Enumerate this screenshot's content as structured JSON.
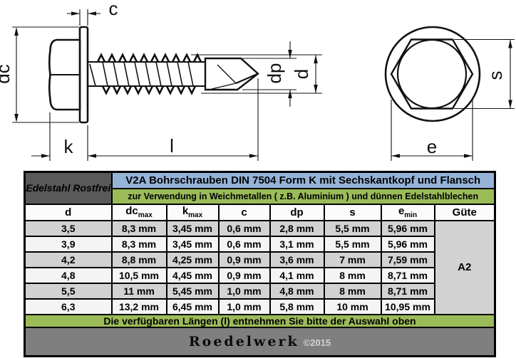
{
  "drawing": {
    "labels": {
      "c": "c",
      "dc": "dc",
      "k": "k",
      "l": "l",
      "dp": "dp",
      "d": "d",
      "s": "s",
      "e": "e"
    }
  },
  "table": {
    "brand_cell": "Edelstahl Rostfrei",
    "title": "V2A Bohrschrauben DIN 7504 Form K mit Sechskantkopf und Flansch",
    "subtitle": "zur Verwendung in Weichmetallen ( z.B. Aluminium ) und dünnen Edelstahlblechen",
    "columns": [
      {
        "label": "d",
        "sub": ""
      },
      {
        "label": "dc",
        "sub": "max"
      },
      {
        "label": "k",
        "sub": "max"
      },
      {
        "label": "c",
        "sub": ""
      },
      {
        "label": "dp",
        "sub": ""
      },
      {
        "label": "s",
        "sub": ""
      },
      {
        "label": "e",
        "sub": "min"
      },
      {
        "label": "Güte",
        "sub": ""
      }
    ],
    "rows": [
      [
        "3,5",
        "8,3 mm",
        "3,45 mm",
        "0,6 mm",
        "2,8 mm",
        "5,5 mm",
        "5,96 mm"
      ],
      [
        "3,9",
        "8,3 mm",
        "3,45 mm",
        "0,6 mm",
        "3,1 mm",
        "5,5 mm",
        "5,96 mm"
      ],
      [
        "4,2",
        "8,8 mm",
        "4,25 mm",
        "0,9 mm",
        "3,6 mm",
        "7 mm",
        "7,59 mm"
      ],
      [
        "4,8",
        "10,5 mm",
        "4,45 mm",
        "0,9 mm",
        "4,1 mm",
        "8 mm",
        "8,71 mm"
      ],
      [
        "5,5",
        "11 mm",
        "5,45 mm",
        "1,0 mm",
        "4,8 mm",
        "8 mm",
        "8,71 mm"
      ],
      [
        "6,3",
        "13,2 mm",
        "6,45 mm",
        "1,0 mm",
        "5,8 mm",
        "10 mm",
        "10,95 mm"
      ]
    ],
    "guete_value": "A2",
    "footer_note": "Die verfügbaren Längen (l) entnehmen Sie bitte der Auswahl oben"
  },
  "footer": {
    "brand": "Roedelwerk",
    "copyright": "©2015"
  },
  "colors": {
    "title_bg": "#95B3D7",
    "green": "#9BBB59",
    "brand_cell_bg": "#595959",
    "footer_bg": "#7F7F7F",
    "row_dark": "#D2D2D2",
    "row_light": "#F4F4F4",
    "line": "#111111"
  }
}
